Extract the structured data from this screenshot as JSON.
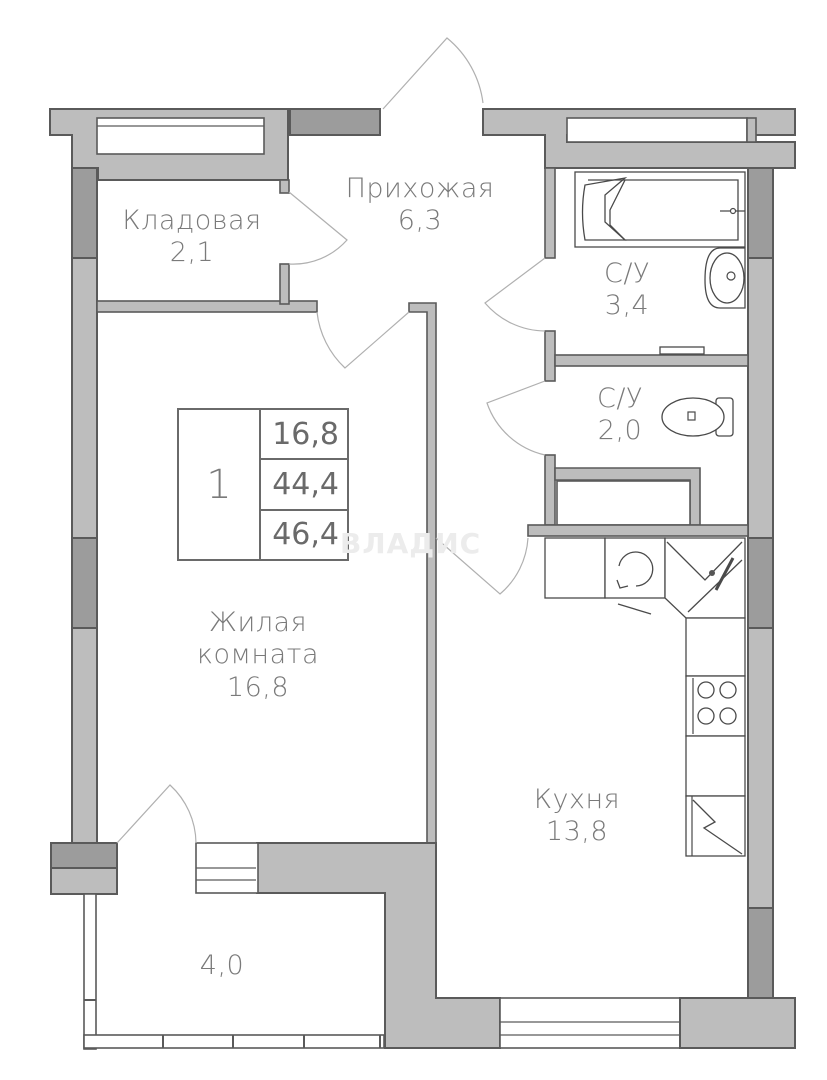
{
  "plan": {
    "apartment_type": "1",
    "areas": {
      "living": "16,8",
      "total_without_balcony": "44,4",
      "total": "46,4"
    },
    "rooms": [
      {
        "id": "storage",
        "name": "Кладовая",
        "area": "2,1"
      },
      {
        "id": "hallway",
        "name": "Прихожая",
        "area": "6,3"
      },
      {
        "id": "bathroom-1",
        "name": "С/У",
        "area": "3,4"
      },
      {
        "id": "bathroom-2",
        "name": "С/У",
        "area": "2,0"
      },
      {
        "id": "living-room",
        "name_line1": "Жилая",
        "name_line2": "комната",
        "area": "16,8"
      },
      {
        "id": "kitchen",
        "name": "Кухня",
        "area": "13,8"
      },
      {
        "id": "balcony",
        "area": "4,0"
      }
    ],
    "watermark": "ВЛАДИС",
    "colors": {
      "wall": "#bdbdbd",
      "wall_dark": "#9c9c9c",
      "outline": "#5a5a5a",
      "text": "#7a7a7a"
    }
  }
}
